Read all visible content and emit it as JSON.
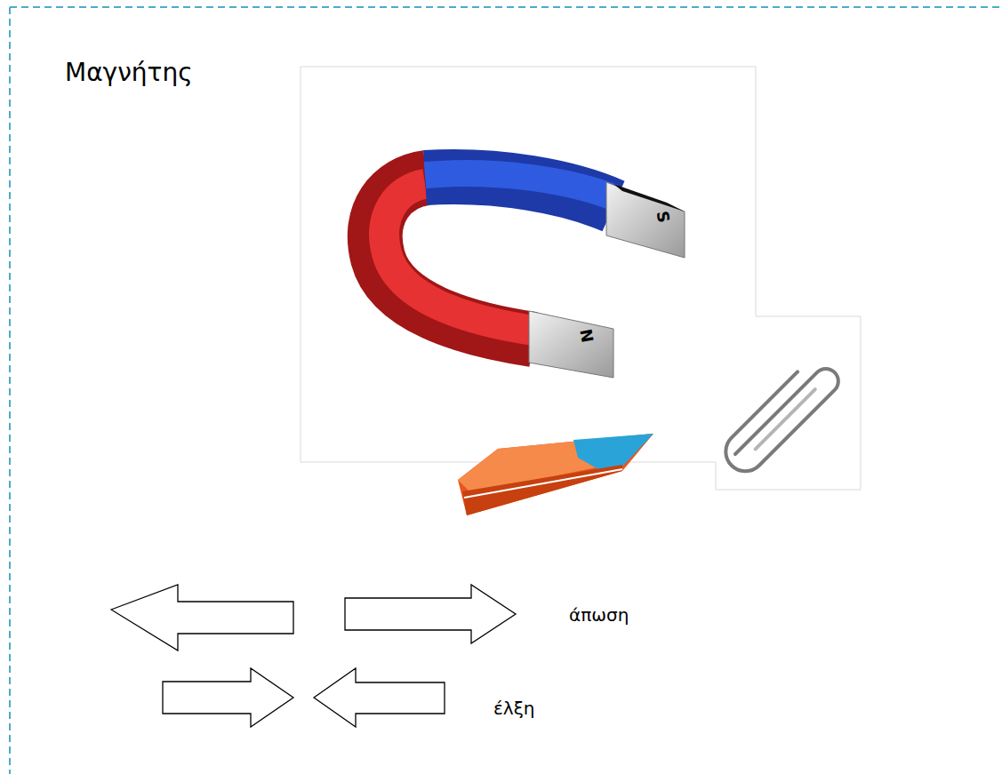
{
  "diagram": {
    "title": "Μαγνήτης",
    "labels": [
      "S",
      "N",
      "άπωση",
      "έλξη"
    ]
  }
}
